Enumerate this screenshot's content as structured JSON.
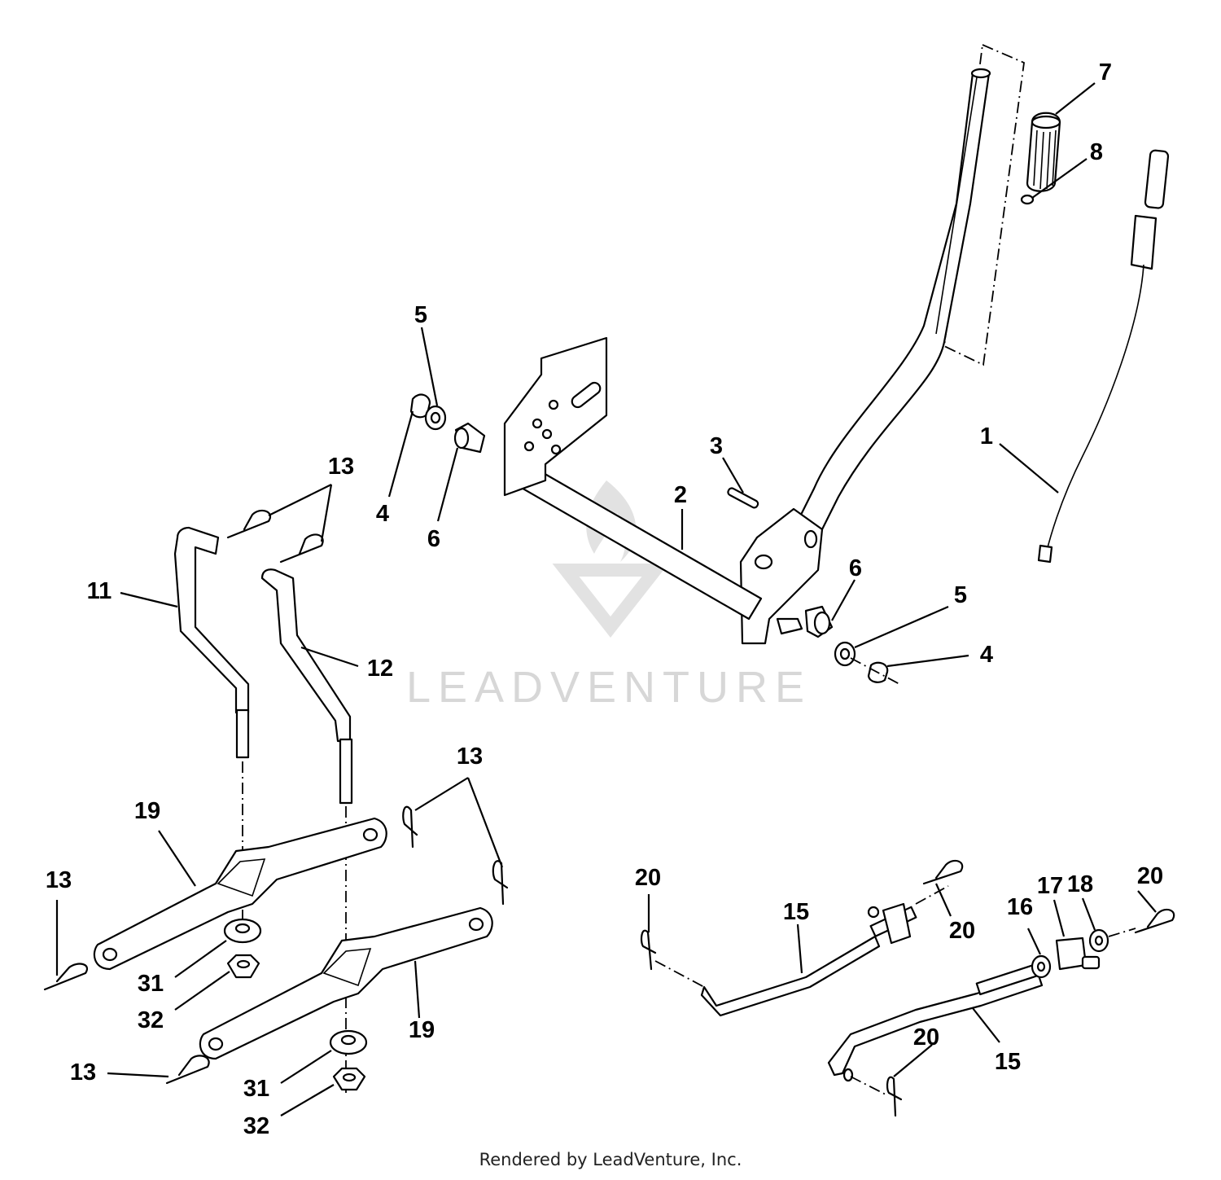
{
  "watermark": {
    "text": "LEADVENTURE"
  },
  "footer": {
    "credit": "Rendered by LeadVenture, Inc."
  },
  "callouts": [
    {
      "num": "1"
    },
    {
      "num": "2"
    },
    {
      "num": "3"
    },
    {
      "num": "4"
    },
    {
      "num": "5"
    },
    {
      "num": "6"
    },
    {
      "num": "7"
    },
    {
      "num": "8"
    },
    {
      "num": "6"
    },
    {
      "num": "5"
    },
    {
      "num": "4"
    },
    {
      "num": "13"
    },
    {
      "num": "11"
    },
    {
      "num": "12"
    },
    {
      "num": "13"
    },
    {
      "num": "19"
    },
    {
      "num": "13"
    },
    {
      "num": "31"
    },
    {
      "num": "32"
    },
    {
      "num": "19"
    },
    {
      "num": "13"
    },
    {
      "num": "31"
    },
    {
      "num": "32"
    },
    {
      "num": "20"
    },
    {
      "num": "15"
    },
    {
      "num": "20"
    },
    {
      "num": "16"
    },
    {
      "num": "17"
    },
    {
      "num": "18"
    },
    {
      "num": "20"
    },
    {
      "num": "20"
    },
    {
      "num": "15"
    }
  ]
}
